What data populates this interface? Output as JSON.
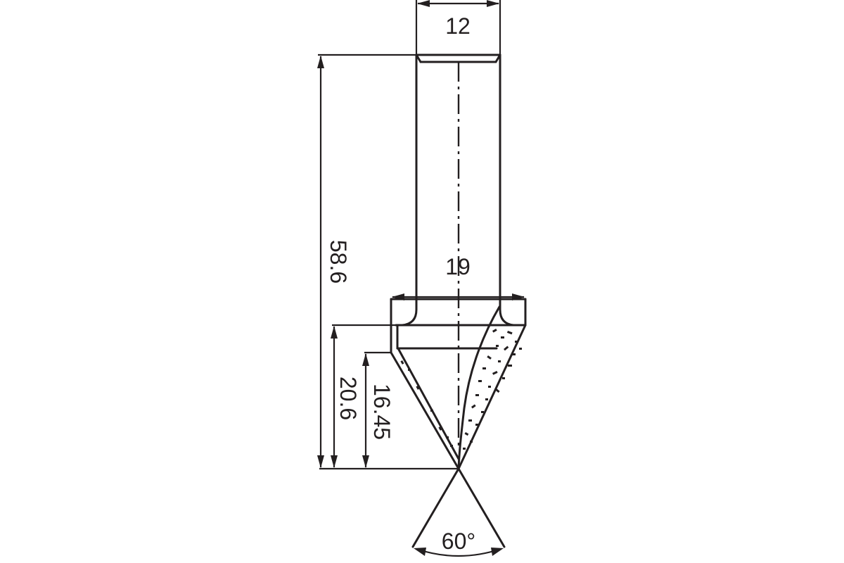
{
  "drawing": {
    "dimensions": {
      "shank_diameter": "12",
      "cutter_diameter": "19",
      "total_length": "58.6",
      "cutting_height": "20.6",
      "flute_height": "16.45",
      "angle": "60°"
    },
    "colors": {
      "line": "#231f20",
      "background": "#ffffff"
    }
  }
}
